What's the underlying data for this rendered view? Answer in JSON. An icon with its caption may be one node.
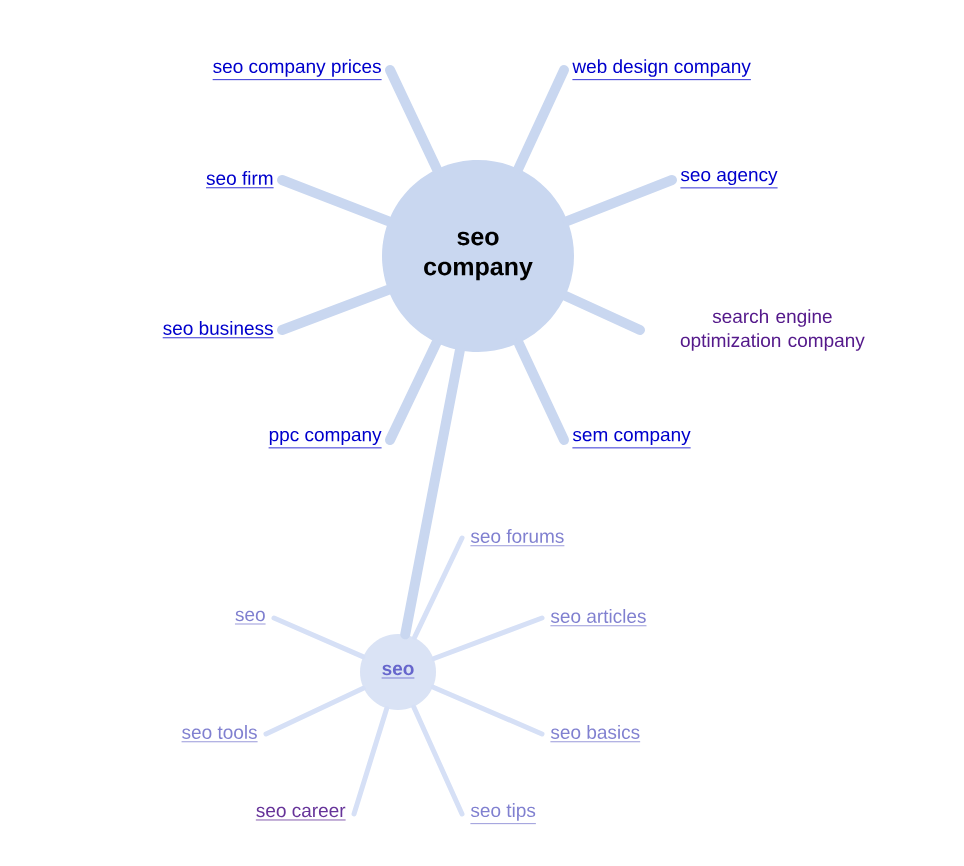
{
  "diagram": {
    "nodes": [
      {
        "text": [
          "seo company"
        ]
      },
      {
        "text": [
          "seo company prices"
        ]
      },
      {
        "text": [
          "web design company"
        ]
      },
      {
        "text": [
          "seo firm"
        ]
      },
      {
        "text": [
          "seo agency"
        ]
      },
      {
        "text": [
          "search engine optimization company"
        ]
      },
      {
        "text": [
          "seo business"
        ]
      },
      {
        "text": [
          "ppc company"
        ]
      },
      {
        "text": [
          "sem company"
        ]
      },
      {
        "text": [
          "seo"
        ]
      },
      {
        "text": [
          "seo forums"
        ]
      },
      {
        "text": [
          "seo"
        ]
      },
      {
        "text": [
          "seo articles"
        ]
      },
      {
        "text": [
          "seo tools"
        ]
      },
      {
        "text": [
          "seo basics"
        ]
      },
      {
        "text": [
          "seo career"
        ]
      },
      {
        "text": [
          "seo tips"
        ]
      }
    ],
    "edges": [
      {
        "from": 0,
        "to": 1,
        "arrow": "none"
      },
      {
        "from": 0,
        "to": 2,
        "arrow": "none"
      },
      {
        "from": 0,
        "to": 3,
        "arrow": "none"
      },
      {
        "from": 0,
        "to": 4,
        "arrow": "none"
      },
      {
        "from": 0,
        "to": 5,
        "arrow": "none"
      },
      {
        "from": 0,
        "to": 6,
        "arrow": "none"
      },
      {
        "from": 0,
        "to": 7,
        "arrow": "none"
      },
      {
        "from": 0,
        "to": 8,
        "arrow": "none"
      },
      {
        "from": 0,
        "to": 9,
        "arrow": "none"
      },
      {
        "from": 9,
        "to": 10,
        "arrow": "none",
        "color": "#d6e0f6"
      },
      {
        "from": 9,
        "to": 11,
        "arrow": "none",
        "color": "#d6e0f6"
      },
      {
        "from": 9,
        "to": 12,
        "arrow": "none",
        "color": "#d6e0f6"
      },
      {
        "from": 9,
        "to": 13,
        "arrow": "none",
        "color": "#d6e0f6"
      },
      {
        "from": 9,
        "to": 14,
        "arrow": "none",
        "color": "#d6e0f6"
      },
      {
        "from": 9,
        "to": 15,
        "arrow": "none",
        "color": "#d6e0f6"
      },
      {
        "from": 9,
        "to": 16,
        "arrow": "none",
        "color": "#d6e0f6"
      }
    ]
  }
}
